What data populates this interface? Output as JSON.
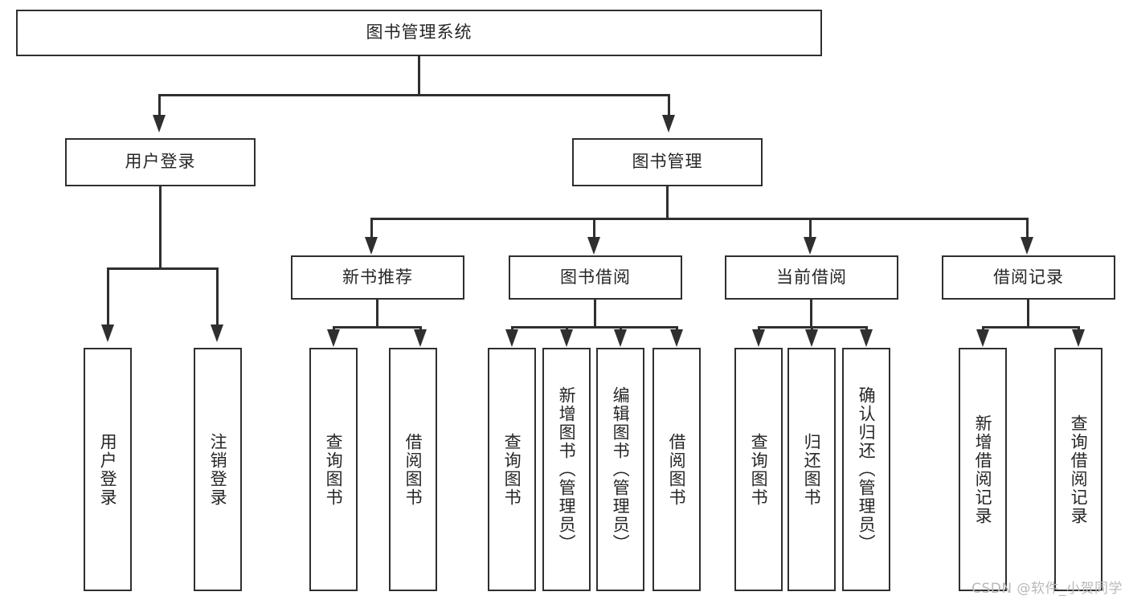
{
  "diagram": {
    "title": "图书管理系统",
    "type": "tree-hierarchy-chart",
    "root": {
      "label": "图书管理系统"
    },
    "level2": [
      {
        "label": "用户登录"
      },
      {
        "label": "图书管理"
      }
    ],
    "level3": [
      {
        "label": "新书推荐"
      },
      {
        "label": "图书借阅"
      },
      {
        "label": "当前借阅"
      },
      {
        "label": "借阅记录"
      }
    ],
    "leaves": {
      "user_login": [
        {
          "label": "用户登录"
        },
        {
          "label": "注销登录"
        }
      ],
      "new_book_recommend": [
        {
          "label": "查询图书"
        },
        {
          "label": "借阅图书"
        }
      ],
      "book_borrow": [
        {
          "label": "查询图书"
        },
        {
          "label": "新增图书（管理员）"
        },
        {
          "label": "编辑图书（管理员）"
        },
        {
          "label": "借阅图书"
        }
      ],
      "current_borrow": [
        {
          "label": "查询图书"
        },
        {
          "label": "归还图书"
        },
        {
          "label": "确认归还（管理员）"
        }
      ],
      "borrow_record": [
        {
          "label": "新增借阅记录"
        },
        {
          "label": "查询借阅记录"
        }
      ]
    }
  },
  "watermark": {
    "text": "CSDN @软件_小贺同学"
  },
  "colors": {
    "stroke": "#2f2f2f",
    "background": "#ffffff",
    "text": "#262626",
    "watermark": "#b9b9b9"
  }
}
